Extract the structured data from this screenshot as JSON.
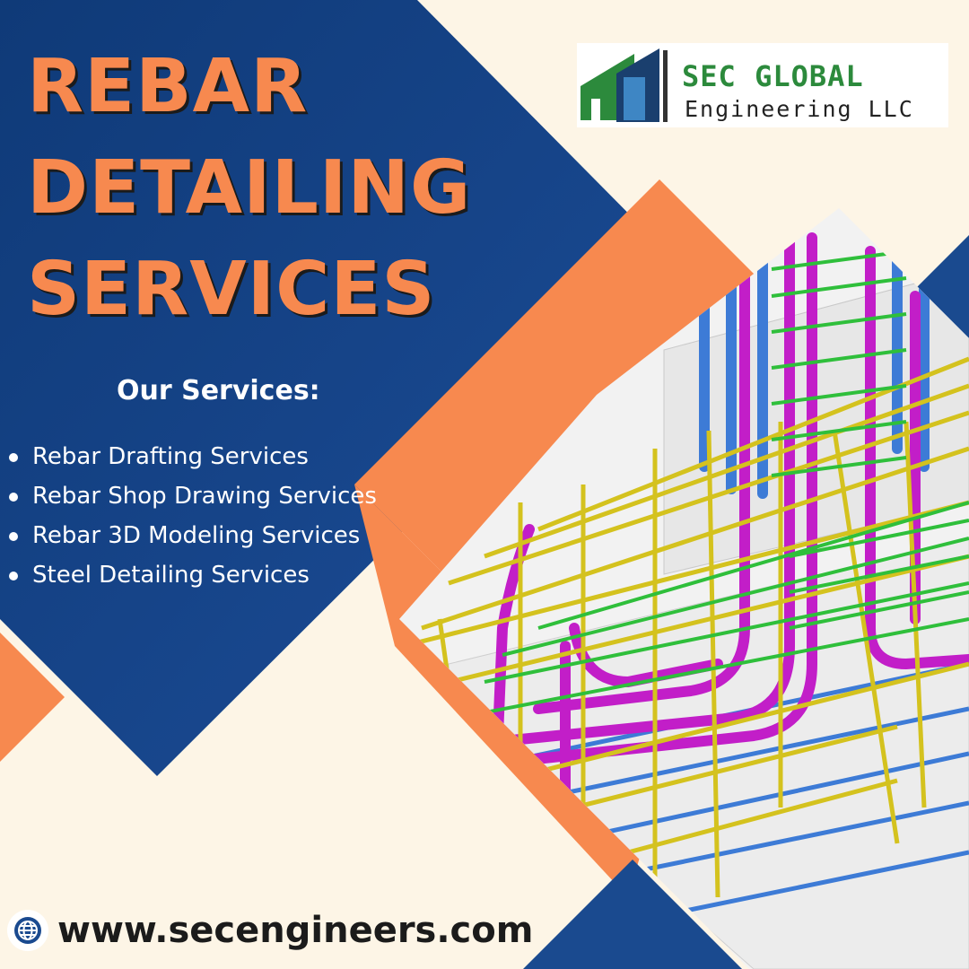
{
  "headline": {
    "line1": "REBAR",
    "line2": "DETAILING",
    "line3": "SERVICES"
  },
  "logo": {
    "name": "SEC GLOBAL",
    "subtitle": "Engineering LLC"
  },
  "services": {
    "title": "Our Services:",
    "items": [
      "Rebar Drafting Services",
      "Rebar Shop Drawing Services",
      "Rebar 3D Modeling Services",
      "Steel Detailing Services"
    ]
  },
  "footer": {
    "website": "www.secengineers.com",
    "icon": "globe-icon"
  },
  "colors": {
    "background": "#fdf5e6",
    "navy": "#1a4a8f",
    "orange": "#f7894f",
    "logo_green": "#2c8a3c"
  }
}
